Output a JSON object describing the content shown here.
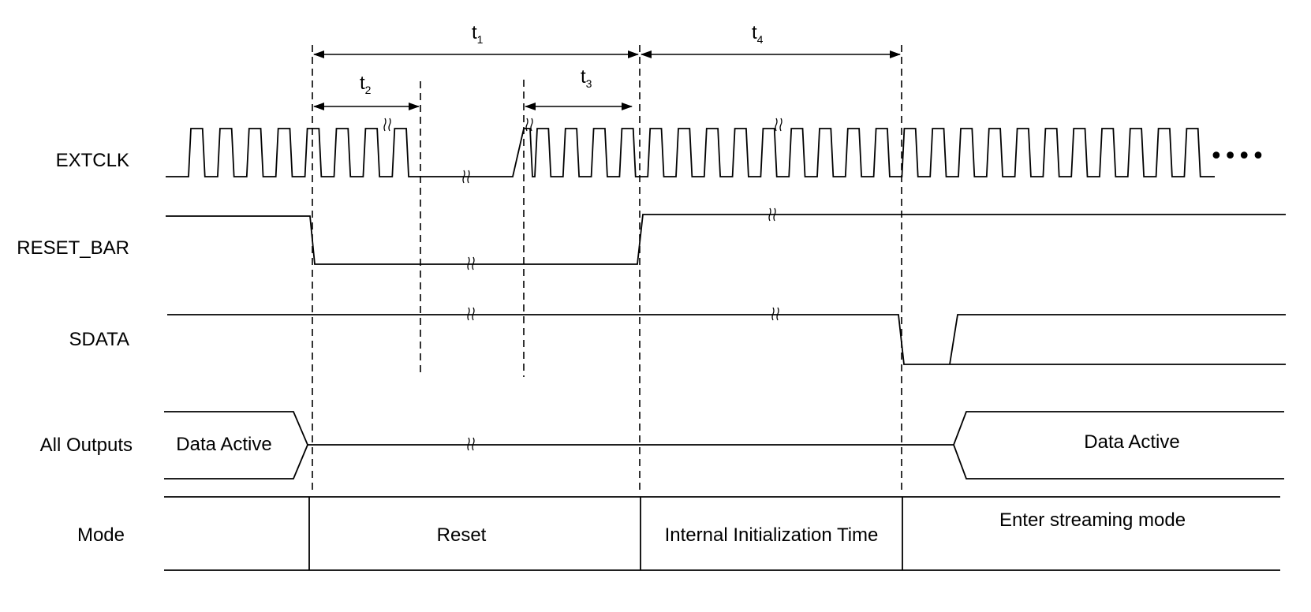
{
  "signals": {
    "extclk": "EXTCLK",
    "reset_bar": "RESET_BAR",
    "sdata": "SDATA",
    "all_outputs": "All Outputs",
    "mode": "Mode"
  },
  "outputs": {
    "data_active_left": "Data Active",
    "data_active_right": "Data Active"
  },
  "timings": {
    "t1": {
      "main": "t",
      "sub": "1"
    },
    "t2": {
      "main": "t",
      "sub": "2"
    },
    "t3": {
      "main": "t",
      "sub": "3"
    },
    "t4": {
      "main": "t",
      "sub": "4"
    }
  },
  "modes": {
    "reset": "Reset",
    "init": "Internal Initialization Time",
    "streaming": "Enter streaming mode"
  },
  "continuation": "••••"
}
